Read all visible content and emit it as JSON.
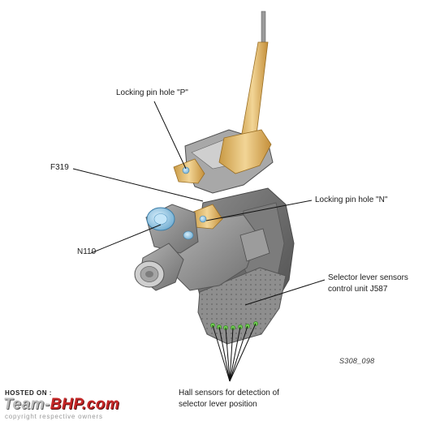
{
  "labels": {
    "locking_pin_p": "Locking pin hole \"P\"",
    "f319": "F319",
    "locking_pin_n": "Locking pin hole \"N\"",
    "n110": "N110",
    "selector_sensors_line1": "Selector lever sensors",
    "selector_sensors_line2": "control unit J587",
    "hall_sensors_line1": "Hall sensors for detection of",
    "hall_sensors_line2": "selector lever position"
  },
  "figure_ref": "S308_098",
  "watermark": {
    "hosted_on": "HOSTED ON :",
    "brand_prefix": "Team-",
    "brand_domain": "BHP.com",
    "copyright": "copyright respective owners"
  },
  "colors": {
    "lever_gold": "#e8c27a",
    "housing_gray": "#8a8a8a",
    "highlight_blue": "#9ad0f0",
    "hall_sensor_green": "#6fcf4f",
    "watermark_red": "#c62828"
  }
}
